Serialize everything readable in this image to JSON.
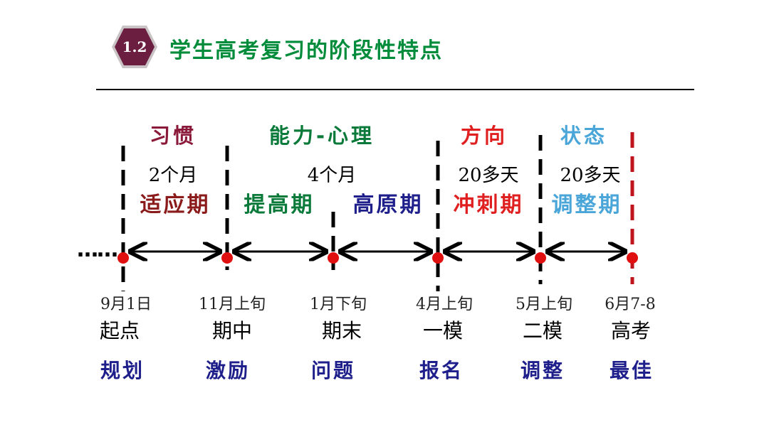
{
  "section": {
    "number": "1.2",
    "title": "学生高考复习的阶段性特点"
  },
  "categories": [
    {
      "label": "习惯",
      "color": "#8b1a3a"
    },
    {
      "label": "能力-心理",
      "color": "#0a7a3a"
    },
    {
      "label": "方向",
      "color": "#e02020"
    },
    {
      "label": "状态",
      "color": "#4aa6d8"
    }
  ],
  "durations": [
    "2个月",
    "4个月",
    "20多天",
    "20多天"
  ],
  "phases": [
    {
      "label": "适应期",
      "color": "#8b1a1a"
    },
    {
      "label": "提高期",
      "color": "#0a7a3a"
    },
    {
      "label": "高原期",
      "color": "#1f1f8c"
    },
    {
      "label": "冲刺期",
      "color": "#e02020"
    },
    {
      "label": "调整期",
      "color": "#4aa6d8"
    }
  ],
  "milestones": [
    {
      "date": "9月1日",
      "event": "起点",
      "action": "规划"
    },
    {
      "date": "11月上旬",
      "event": "期中",
      "action": "激励"
    },
    {
      "date": "1月下旬",
      "event": "期末",
      "action": "问题"
    },
    {
      "date": "4月上旬",
      "event": "一模",
      "action": "报名"
    },
    {
      "date": "5月上旬",
      "event": "二模",
      "action": "调整"
    },
    {
      "date": "6月7-8",
      "event": "高考",
      "action": "最佳"
    }
  ],
  "colors": {
    "title": "#008c3a",
    "badge": "#6b1e3f",
    "dot": "#e01010",
    "final_line": "#c0141c"
  },
  "leading_ellipsis": "……"
}
